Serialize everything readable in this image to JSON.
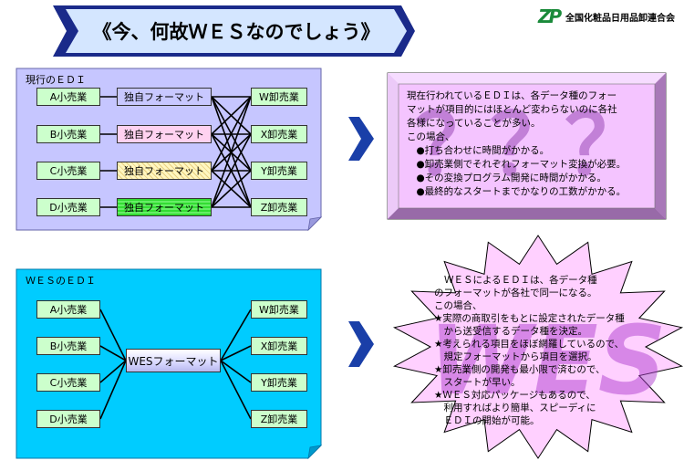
{
  "title": "《今、何故ＷＥＳなのでしょう》",
  "org": {
    "logo_letters": "ZP",
    "name": "全国化粧品日用品卸連合会"
  },
  "current": {
    "heading": "現行のＥＤＩ",
    "retailers": [
      "A小売業",
      "B小売業",
      "C小売業",
      "D小売業"
    ],
    "formats": [
      "独自フォーマット",
      "独自フォーマット",
      "独自フォーマット",
      "独自フォーマット"
    ],
    "wholesalers": [
      "W卸売業",
      "X卸売業",
      "Y卸売業",
      "Z卸売業"
    ],
    "format_colors": [
      "#c8c8ff",
      "#ffd2f0",
      "#fff6c0",
      "#33dd33"
    ]
  },
  "wes": {
    "heading": "ＷＥＳのＥＤＩ",
    "retailers": [
      "A小売業",
      "B小売業",
      "C小売業",
      "D小売業"
    ],
    "format": "WESフォーマット",
    "wholesalers": [
      "W卸売業",
      "X卸売業",
      "Y卸売業",
      "Z卸売業"
    ]
  },
  "problem": {
    "watermark": "？？？",
    "lines": [
      "現在行われているＥＤＩは、各データ種のフォー",
      "マットが項目的にはほとんど変わらないのに各社",
      "各様になっていることが多い。",
      "この場合、",
      "　●打ち合わせに時間がかかる。",
      "　●卸売業側でそれぞれフォーマット変換が必要。",
      "　●その変換プログラム開発に時間がかかる。",
      "　●最終的なスタートまでかなりの工数がかかる。"
    ]
  },
  "solution": {
    "watermark": "WES",
    "lines": [
      "ＷＥＳによるＥＤＩは、各データ種",
      "のフォーマットが各社で同一になる。",
      "この場合、",
      "★実際の商取引をもとに設定されたデータ種",
      "　から送受信するデータ種を決定。",
      "★考えられる項目をほぼ網羅しているので、",
      "　規定フォーマットから項目を選択。",
      "★卸売業側の開発も最小限で済むので、",
      "　スタートが早い。",
      "★ＷＥＳ対応パッケージもあるので、",
      "　利用すればより簡単、スピーディに",
      "　ＥＤＩの開始が可能。"
    ]
  },
  "colors": {
    "title_bg": "#d4e6ff",
    "current_panel": "#c6c6ff",
    "wes_panel": "#00ccff",
    "arrow": "#1a3fa8",
    "box_bg": "#ccffcc",
    "problem_panel": "#f4c4ff",
    "solution_panel": "#ffd0ff"
  }
}
